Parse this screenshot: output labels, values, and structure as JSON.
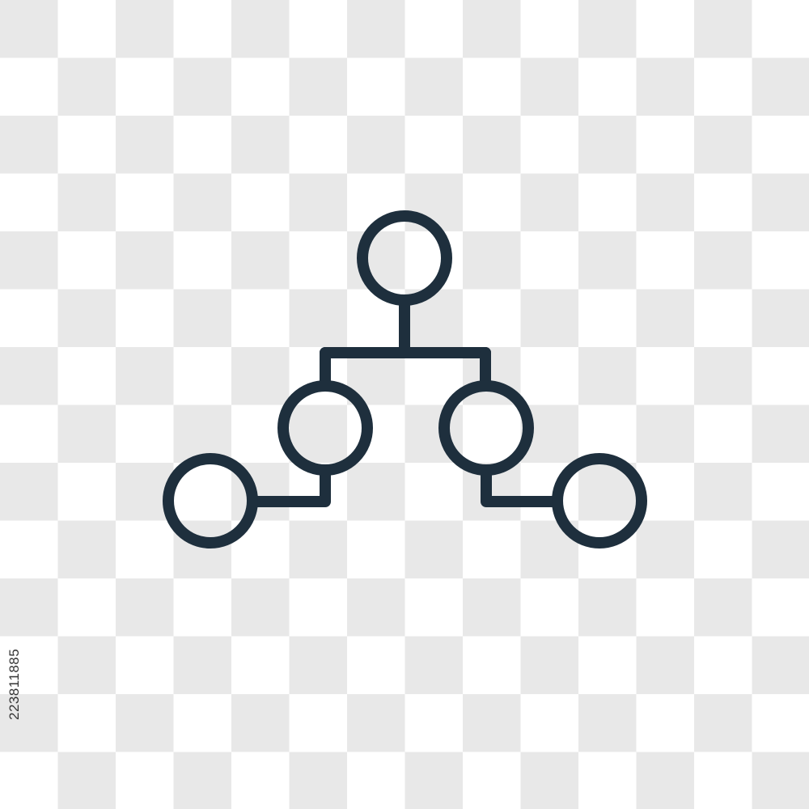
{
  "image": {
    "background": "transparent-checkerboard",
    "checker_light": "#ffffff",
    "checker_dark": "#e8e8e8",
    "stock_id": "223811885"
  },
  "icon": {
    "name": "hierarchy-icon",
    "stroke_color": "#1e2f3d",
    "node_count": 5
  }
}
